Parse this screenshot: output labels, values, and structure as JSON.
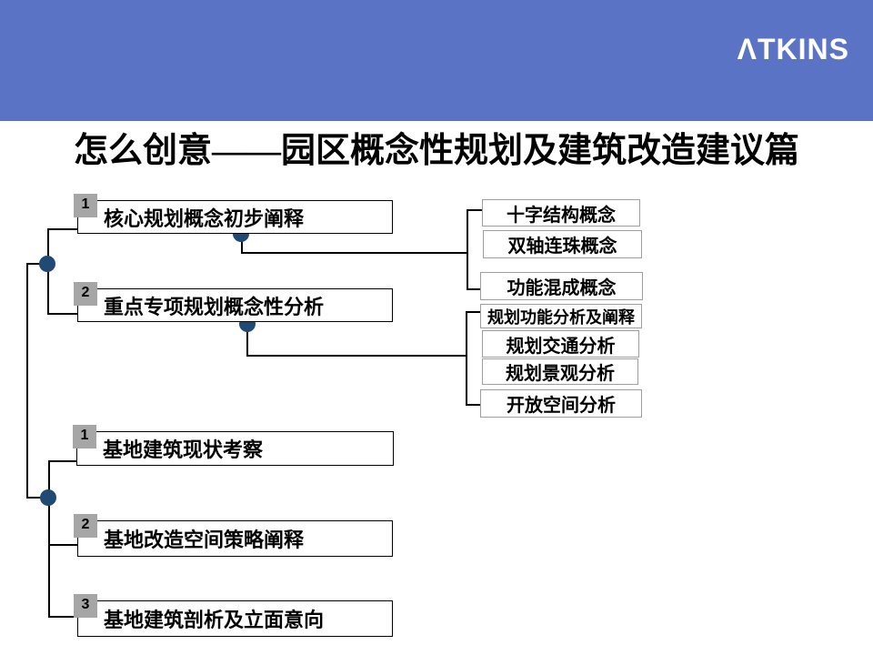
{
  "header": {
    "logo_text": "ΛTKINS",
    "background_color": "#5b73c4",
    "logo_color": "#ffffff"
  },
  "title": "怎么创意——园区概念性规划及建筑改造建议篇",
  "diagram": {
    "colors": {
      "connector_line": "#000000",
      "connector_dot": "#1f4a73",
      "badge_background": "#a6a6a6",
      "left_box_border": "#000000",
      "right_box_border": "#9e9e9e"
    },
    "left_boxes": [
      {
        "badge": "1",
        "label": "核心规划概念初步阐释"
      },
      {
        "badge": "2",
        "label": "重点专项规划概念性分析"
      },
      {
        "badge": "1",
        "label": "基地建筑现状考察"
      },
      {
        "badge": "2",
        "label": "基地改造空间策略阐释"
      },
      {
        "badge": "3",
        "label": "基地建筑剖析及立面意向"
      }
    ],
    "right_group1": [
      {
        "label": "十字结构概念"
      },
      {
        "label": "双轴连珠概念"
      },
      {
        "label": "功能混成概念"
      }
    ],
    "right_group2": [
      {
        "label": "规划功能分析及阐释"
      },
      {
        "label": "规划交通分析"
      },
      {
        "label": "规划景观分析"
      },
      {
        "label": "开放空间分析"
      }
    ]
  }
}
